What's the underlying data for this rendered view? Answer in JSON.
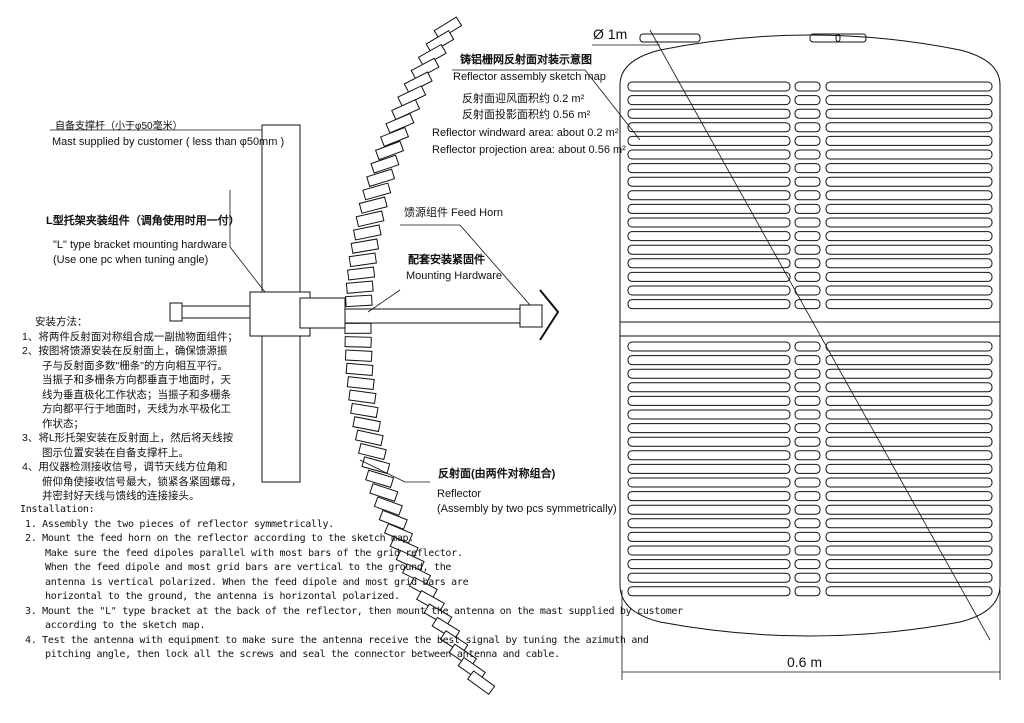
{
  "dimensions": {
    "diameter": "Ø 1m",
    "width": "0.6 m"
  },
  "sketch_title": {
    "cn": "铸铝栅网反射面对装示意图",
    "en": "Reflector assembly sketch map"
  },
  "areas": {
    "windward_cn": "反射面迎风面积约 0.2 m²",
    "projection_cn": "反射面投影面积约 0.56 m²",
    "windward_en": "Reflector windward area: about 0.2 m²",
    "projection_en": "Reflector projection area: about 0.56 m²"
  },
  "mast": {
    "cn": "自备支撑杆（小于φ50毫米）",
    "en": "Mast supplied by customer ( less than φ50mm )"
  },
  "bracket": {
    "cn": "L型托架夹装组件（调角使用时用一付）",
    "en1": "\"L\" type bracket mounting hardware",
    "en2": "(Use one pc when tuning angle)"
  },
  "feed_horn": {
    "label": "馈源组件 Feed Horn"
  },
  "mounting": {
    "cn": "配套安装紧固件",
    "en": "Mounting Hardware"
  },
  "reflector": {
    "cn": "反射面(由两件对称组合)",
    "en1": "Reflector",
    "en2": "(Assembly by two pcs symmetrically)"
  },
  "install_cn": {
    "title": "安装方法：",
    "lines": [
      "1、将两件反射面对称组合成一副抛物面组件；",
      "2、按图将馈源安装在反射面上，确保馈源振",
      "子与反射面多数\"栅条\"的方向相互平行。",
      "当振子和多栅条方向都垂直于地面时，天",
      "线为垂直极化工作状态；当振子和多栅条",
      "方向都平行于地面时，天线为水平极化工",
      "作状态；",
      "3、将L形托架安装在反射面上，然后将天线按",
      "图示位置安装在自备支撑杆上。",
      "4、用仪器检测接收信号，调节天线方位角和",
      "俯仰角使接收信号最大，锁紧各紧固螺母，",
      "并密封好天线与馈线的连接接头。"
    ]
  },
  "install_en": {
    "title": "Installation:",
    "lines": [
      "1. Assembly the two pieces of reflector symmetrically.",
      "2. Mount the feed horn on the reflector according to the sketch map.",
      "Make sure the feed dipoles parallel with most bars of the grid reflector.",
      "When the feed dipole and most grid bars are vertical to the ground, the",
      "antenna is vertical polarized. When the feed dipole and most grid bars are",
      "horizontal to the ground, the antenna is horizontal polarized.",
      "3. Mount the \"L\" type bracket at the back of the reflector, then mount the antenna on the mast supplied by customer",
      "according to the sketch map.",
      "4. Test the antenna with equipment to make sure the antenna receive the best signal by tuning the azimuth and",
      "pitching angle, then lock all the screws and seal the connector between antenna and cable."
    ]
  }
}
